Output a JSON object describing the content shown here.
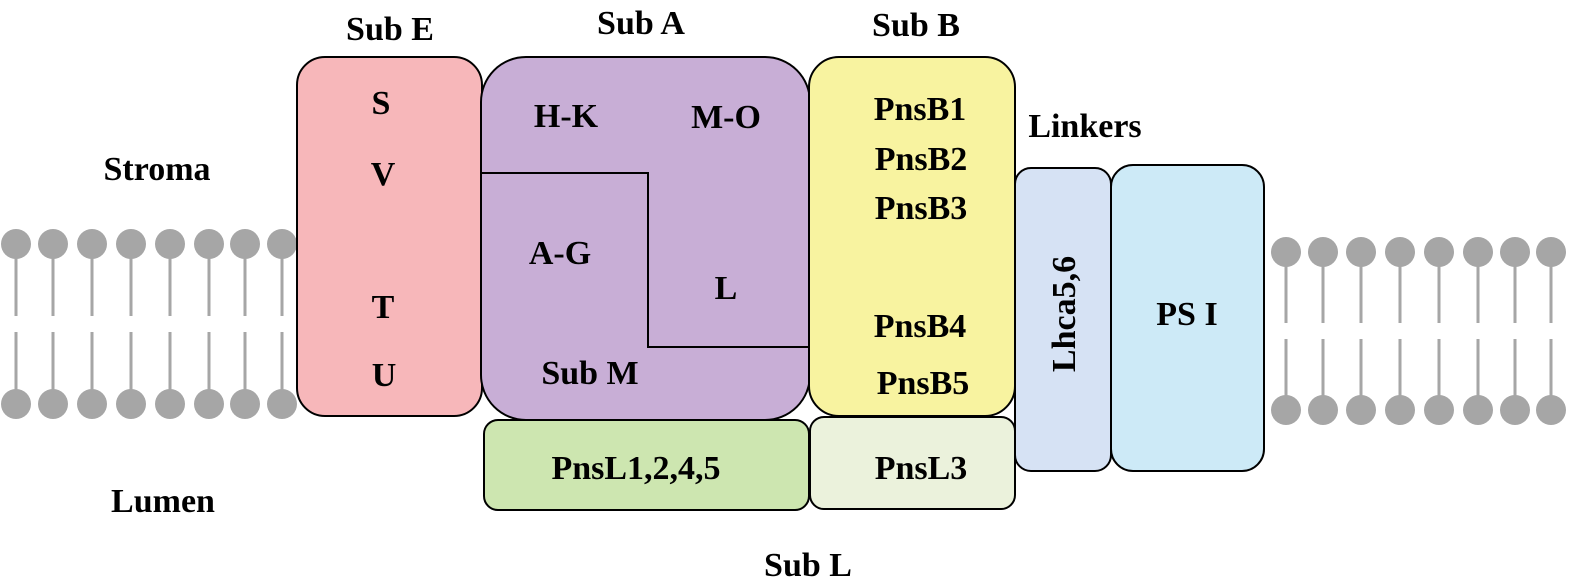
{
  "labels": {
    "stroma": "Stroma",
    "lumen": "Lumen",
    "sub_e": "Sub E",
    "sub_a": "Sub A",
    "sub_b": "Sub B",
    "sub_m": "Sub M",
    "sub_l": "Sub L",
    "linkers": "Linkers"
  },
  "sub_e_items": [
    "S",
    "V",
    "T",
    "U"
  ],
  "sub_a_items": {
    "hk": "H-K",
    "mo": "M-O",
    "ag": "A-G",
    "l": "L"
  },
  "sub_b_items": [
    "PnsB1",
    "PnsB2",
    "PnsB3",
    "PnsB4",
    "PnsB5"
  ],
  "sub_l_items": {
    "left": "PnsL1,2,4,5",
    "right": "PnsL3"
  },
  "lhca": "Lhca5,6",
  "psi": "PS I",
  "colors": {
    "sub_e": "#f7b7ba",
    "sub_a": "#c8aed6",
    "sub_b": "#f8f3a0",
    "pnsl_left": "#cde6b0",
    "pnsl_right": "#ebf2dc",
    "lhca": "#d6e2f4",
    "psi": "#cdeaf7",
    "lipid": "#a6a6a6"
  }
}
